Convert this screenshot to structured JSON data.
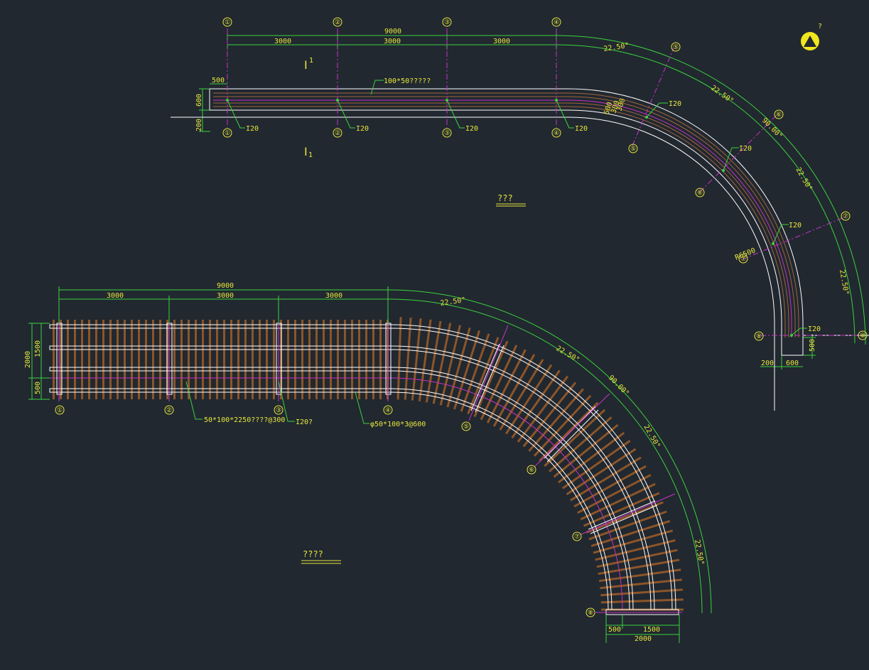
{
  "colors": {
    "background": "#212830",
    "dimension": "#3cd23c",
    "text": "#e6e63c",
    "axis": "#c832c8",
    "beam_outline": "#ffffff",
    "timber": "#8c5528",
    "brown_line": "#a0643c"
  },
  "top_plan": {
    "grid_labels": [
      "①",
      "②",
      "③",
      "④",
      "⑤",
      "⑥",
      "⑦",
      "⑧"
    ],
    "dim_total": "9000",
    "dim_segments": [
      "3000",
      "3000",
      "3000"
    ],
    "arc_angles": [
      "22.50°",
      "22.50°",
      "22.50°",
      "22.50°"
    ],
    "arc_total": "90.00°",
    "left_dims": {
      "top_offset": "500",
      "width": "600",
      "bottom": "200"
    },
    "member_label": "100*50?????",
    "column_label": "I20",
    "section_mark_top": "I",
    "section_mark_top_sup": "1",
    "section_mark_bottom": "I",
    "section_mark_bottom_sub": "1",
    "radial_dims": [
      "600",
      "300",
      "300"
    ],
    "radius_label": "R6500",
    "bottom_dims": {
      "left": "200",
      "right": "600",
      "vertical": "500"
    },
    "title": "???"
  },
  "bottom_plan": {
    "grid_labels": [
      "①",
      "②",
      "③",
      "④",
      "⑤",
      "⑥",
      "⑦",
      "⑧"
    ],
    "dim_total": "9000",
    "dim_segments": [
      "3000",
      "3000",
      "3000"
    ],
    "arc_angles": [
      "22.50°",
      "22.50°",
      "22.50°",
      "22.50°"
    ],
    "arc_total": "90.00°",
    "left_dims": {
      "total": "2000",
      "inner": "1500",
      "edge": "500"
    },
    "bottom_dims": {
      "left": "500",
      "right": "1500",
      "total": "2000"
    },
    "labels": {
      "joist": "50*100*2250????@300",
      "column": "I20?",
      "rail": "φ50*100*3@600"
    },
    "title": "????"
  },
  "north_arrow": {
    "letter": "?"
  }
}
